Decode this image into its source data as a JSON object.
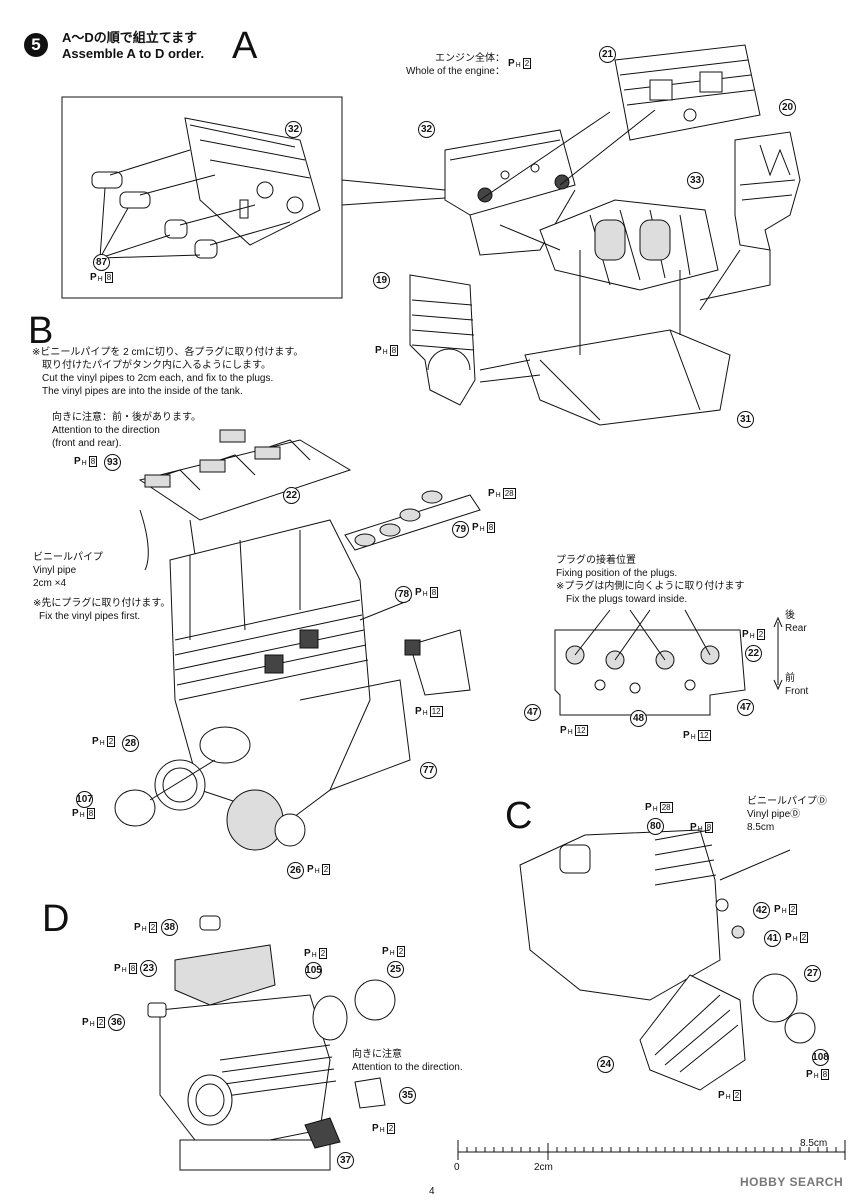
{
  "step": {
    "number": "5",
    "title_jp": "A〜Dの順で組立てます",
    "title_en": "Assemble A to D order."
  },
  "sections": {
    "a": {
      "letter": "A",
      "whole_jp": "エンジン全体：",
      "whole_en": "Whole of the engine：",
      "whole_ph": "2"
    },
    "b": {
      "letter": "B",
      "note_lines": [
        "※ビニールパイプを 2 cmに切り、各プラグに取り付けます。",
        "取り付けたパイプがタンク内に入るようにします。",
        "Cut the vinyl pipes to 2cm each, and fix to the plugs.",
        "The vinyl pipes are into the inside of the tank."
      ],
      "direction_lines": [
        "向きに注意：前・後があります。",
        "Attention to the direction",
        "(front and rear)."
      ],
      "vinyl_lines": [
        "ビニールパイプ",
        "Vinyl pipe",
        "2cm ×4"
      ],
      "first_lines": [
        "※先にプラグに取り付けます。",
        "Fix the vinyl pipes first."
      ]
    },
    "plugs": {
      "lines": [
        "プラグの接着位置",
        "Fixing position of the plugs.",
        "※プラグは内側に向くように取り付けます",
        "Fix the plugs toward inside."
      ],
      "rear_jp": "後",
      "rear_en": "Rear",
      "front_jp": "前",
      "front_en": "Front"
    },
    "c": {
      "letter": "C",
      "vinyl_lines": [
        "ビニールパイプⒹ",
        "Vinyl pipeⒹ",
        "8.5cm"
      ]
    },
    "d": {
      "letter": "D",
      "direction_lines": [
        "向きに注意",
        "Attention to the direction."
      ]
    }
  },
  "parts": [
    {
      "id": "21"
    },
    {
      "id": "20"
    },
    {
      "id": "32"
    },
    {
      "id": "32"
    },
    {
      "id": "33"
    },
    {
      "id": "87"
    },
    {
      "id": "19"
    },
    {
      "id": "31"
    },
    {
      "id": "93"
    },
    {
      "id": "22"
    },
    {
      "id": "79"
    },
    {
      "id": "78"
    },
    {
      "id": "28"
    },
    {
      "id": "107"
    },
    {
      "id": "77"
    },
    {
      "id": "26"
    },
    {
      "id": "22"
    },
    {
      "id": "47"
    },
    {
      "id": "48"
    },
    {
      "id": "47"
    },
    {
      "id": "80"
    },
    {
      "id": "42"
    },
    {
      "id": "41"
    },
    {
      "id": "27"
    },
    {
      "id": "24"
    },
    {
      "id": "108"
    },
    {
      "id": "38"
    },
    {
      "id": "23"
    },
    {
      "id": "105"
    },
    {
      "id": "25"
    },
    {
      "id": "36"
    },
    {
      "id": "35"
    },
    {
      "id": "37"
    }
  ],
  "ph_labels": [
    {
      "n": "8"
    },
    {
      "n": "8"
    },
    {
      "n": "8"
    },
    {
      "n": "28"
    },
    {
      "n": "8"
    },
    {
      "n": "8"
    },
    {
      "n": "12"
    },
    {
      "n": "2"
    },
    {
      "n": "8"
    },
    {
      "n": "2"
    },
    {
      "n": "2"
    },
    {
      "n": "12"
    },
    {
      "n": "12"
    },
    {
      "n": "28"
    },
    {
      "n": "8"
    },
    {
      "n": "2"
    },
    {
      "n": "2"
    },
    {
      "n": "2"
    },
    {
      "n": "8"
    },
    {
      "n": "2"
    },
    {
      "n": "8"
    },
    {
      "n": "2"
    },
    {
      "n": "2"
    },
    {
      "n": "2"
    },
    {
      "n": "2"
    }
  ],
  "scale": {
    "zero": "0",
    "mid": "2cm",
    "end": "8.5cm"
  },
  "footer": {
    "page": "4",
    "watermark": "HOBBY SEARCH"
  }
}
